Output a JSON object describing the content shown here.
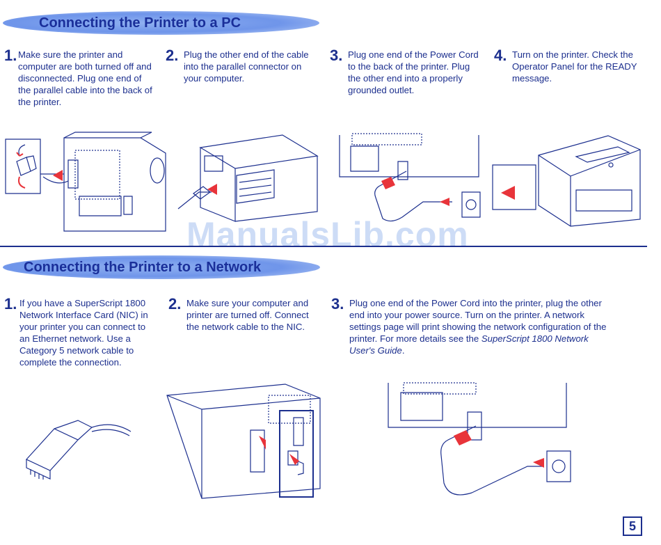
{
  "section_pc": {
    "title": "Connecting the Printer to a PC",
    "steps": [
      {
        "num": "1.",
        "text": "Make sure the printer and computer are both turned off and disconnected. Plug one end of the parallel cable into the back of the printer."
      },
      {
        "num": "2.",
        "text": "Plug the other end of the cable into the parallel connector on your computer."
      },
      {
        "num": "3.",
        "text": "Plug one end of the Power Cord to the back of the printer. Plug the other end into a properly grounded outlet."
      },
      {
        "num": "4.",
        "text": "Turn on the printer. Check the Operator Panel for the READY message."
      }
    ]
  },
  "watermark": "ManualsLib.com",
  "section_network": {
    "title": "Connecting the Printer to a Network",
    "steps": [
      {
        "num": "1.",
        "text": "If you have a SuperScript 1800 Network Interface Card (NIC) in your printer you can connect to an Ethernet network. Use a Category 5 network cable to complete the connection."
      },
      {
        "num": "2.",
        "text": "Make sure your computer and printer are turned off. Connect the network cable to the NIC."
      },
      {
        "num": "3.",
        "text_before": "Plug one end of the Power Cord into the printer, plug the other end into your power source. Turn on the printer. A network settings page will print showing the network configuration of the printer. For more details see the ",
        "text_italic": "SuperScript 1800 Network User's Guide",
        "text_after": "."
      }
    ]
  },
  "page_number": "5",
  "colors": {
    "ink": "#1c2f8e",
    "banner": "#7a9cec",
    "arrow": "#e8343a",
    "watermark": "#c5d7f5"
  }
}
